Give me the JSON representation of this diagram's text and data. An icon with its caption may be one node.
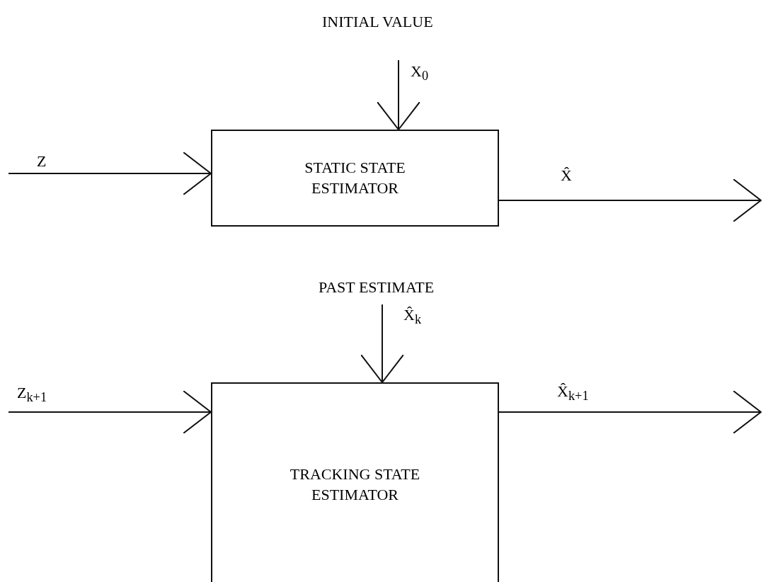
{
  "diagram": {
    "nodes": [
      {
        "text": [
          "STATIC STATE ESTIMATOR"
        ]
      },
      {
        "text": [
          "TRACKING STATE ESTIMATOR"
        ]
      }
    ],
    "edges": [
      {
        "from": null,
        "to": 0,
        "arrow": "to",
        "label": "X$_{0}$"
      },
      {
        "from": null,
        "to": 0,
        "arrow": "to",
        "label": "Z"
      },
      {
        "from": 0,
        "to": null,
        "arrow": "to",
        "label": "X̂"
      },
      {
        "from": null,
        "to": 1,
        "arrow": "to",
        "label": "X̂$_{k}$"
      },
      {
        "from": null,
        "to": 1,
        "arrow": "to",
        "label": "Z$_{k+1}$"
      },
      {
        "from": 1,
        "to": null,
        "arrow": "to",
        "label": "X̂$_{k+1}$"
      }
    ],
    "labels": [
      "INITIAL VALUE",
      "PAST ESTIMATE"
    ]
  }
}
